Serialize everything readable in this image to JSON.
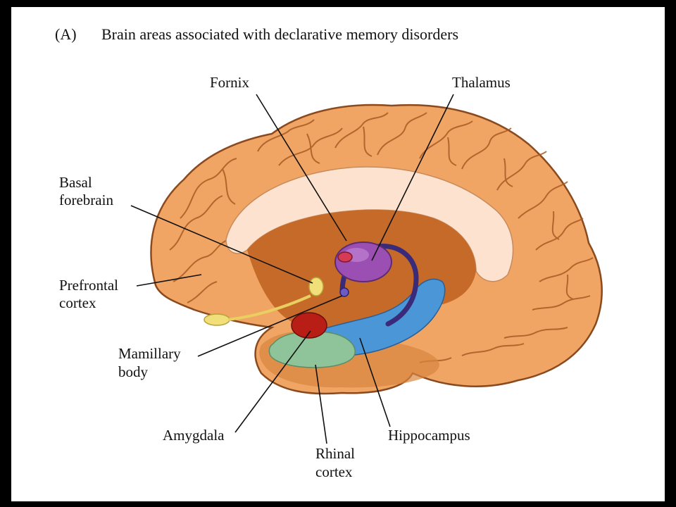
{
  "figure": {
    "panel_letter": "(A)",
    "title": "Brain areas associated with declarative memory disorders"
  },
  "labels": {
    "fornix": "Fornix",
    "thalamus": "Thalamus",
    "basal_forebrain_1": "Basal",
    "basal_forebrain_2": "forebrain",
    "prefrontal_1": "Prefrontal",
    "prefrontal_2": "cortex",
    "mamillary_1": "Mamillary",
    "mamillary_2": "body",
    "amygdala": "Amygdala",
    "rhinal_1": "Rhinal",
    "rhinal_2": "cortex",
    "hippocampus": "Hippocampus"
  },
  "colors": {
    "cortex": "#f0a565",
    "cortex_outline": "#8a4a1e",
    "corpus_callosum": "#fde3cf",
    "inner_region": "#c66a2a",
    "thalamus": "#9b4fb3",
    "fornix": "#3a2a7a",
    "hippocampus": "#4a96d6",
    "amygdala": "#b81e16",
    "rhinal_cortex": "#8fc49a",
    "basal_forebrain": "#f1df7a",
    "mamillary_body": "#d63a55"
  }
}
